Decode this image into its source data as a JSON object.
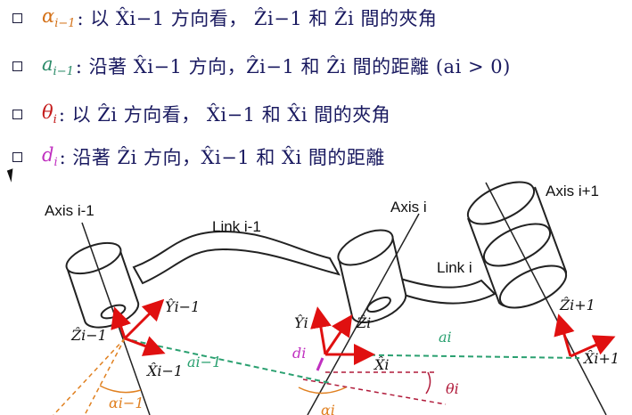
{
  "bullets": [
    {
      "symbol": "α",
      "subscript": "i−1",
      "color": "#d4721a",
      "text": ": 以 X̂i−1 方向看， Ẑi−1 和 Ẑi 間的夾角"
    },
    {
      "symbol": "a",
      "subscript": "i−1",
      "color": "#2a8a68",
      "text": ": 沿著 X̂i−1 方向，Ẑi−1 和 Ẑi 間的距離 (ai > 0)"
    },
    {
      "symbol": "θ",
      "subscript": "i",
      "color": "#c41a1a",
      "text": ": 以 Ẑi 方向看， X̂i−1 和 X̂i 間的夾角"
    },
    {
      "symbol": "d",
      "subscript": "i",
      "color": "#c030c0",
      "text": ": 沿著 Ẑi 方向，X̂i−1 和 X̂i 間的距離"
    }
  ],
  "diagram": {
    "axis_labels": [
      "Axis i-1",
      "Axis i",
      "Axis i+1"
    ],
    "link_labels": [
      "Link i-1",
      "Link i"
    ],
    "vector_labels": [
      "Ŷi−1",
      "Ẑi−1",
      "X̂i−1",
      "Ŷi",
      "Ẑi",
      "X̂i",
      "Ẑi+1",
      "X̂i+1"
    ],
    "param_labels": [
      "ai−1",
      "αi−1",
      "ai",
      "di",
      "θi",
      "αi"
    ],
    "colors": {
      "vector": "#e01010",
      "a": "#2aa070",
      "alpha": "#e08020",
      "theta": "#b01a3a",
      "d": "#c030c0",
      "outline": "#222222"
    }
  }
}
